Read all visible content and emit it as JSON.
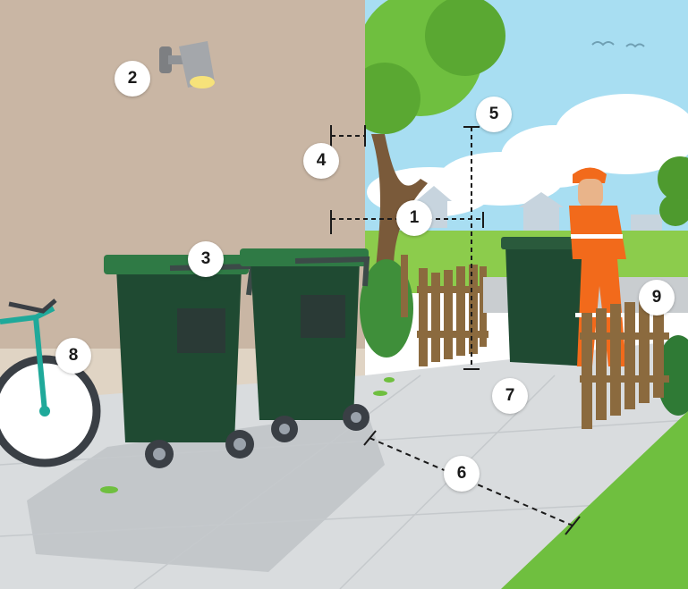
{
  "markers": [
    {
      "label": "1",
      "name": "marker-1"
    },
    {
      "label": "2",
      "name": "marker-2"
    },
    {
      "label": "3",
      "name": "marker-3"
    },
    {
      "label": "4",
      "name": "marker-4"
    },
    {
      "label": "5",
      "name": "marker-5"
    },
    {
      "label": "6",
      "name": "marker-6"
    },
    {
      "label": "7",
      "name": "marker-7"
    },
    {
      "label": "8",
      "name": "marker-8"
    },
    {
      "label": "9",
      "name": "marker-9"
    }
  ],
  "colors": {
    "wall": "#c9b6a4",
    "sky": "#a8def2",
    "pavement": "#d9dcde",
    "grass": "#6fbf3f",
    "bin": "#1f4a32",
    "bin_lid": "#2f7a45",
    "worker": "#f26a1b",
    "fence": "#8b6a3e",
    "bike": "#1fa99a"
  },
  "icons": [
    "wall-lamp-icon",
    "wheelie-bin-icon",
    "bicycle-icon",
    "waste-collector-icon",
    "fence-icon",
    "tree-icon"
  ]
}
